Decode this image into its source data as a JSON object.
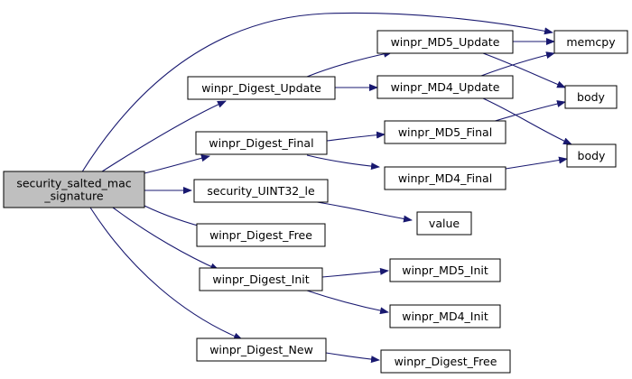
{
  "nodes": {
    "root": [
      "security_salted_mac",
      "_signature"
    ],
    "digest_update": "winpr_Digest_Update",
    "digest_final": "winpr_Digest_Final",
    "uint32_le": "security_UINT32_le",
    "digest_free": "winpr_Digest_Free",
    "digest_init": "winpr_Digest_Init",
    "digest_new": "winpr_Digest_New",
    "md5_update": "winpr_MD5_Update",
    "md4_update": "winpr_MD4_Update",
    "md5_final": "winpr_MD5_Final",
    "md4_final": "winpr_MD4_Final",
    "value": "value",
    "md5_init": "winpr_MD5_Init",
    "md4_init": "winpr_MD4_Init",
    "digest_free_2": "winpr_Digest_Free",
    "memcpy": "memcpy",
    "body_1": "body",
    "body_2": "body"
  },
  "colors": {
    "edge": "#191970",
    "root_fill": "#bfbfbf"
  }
}
